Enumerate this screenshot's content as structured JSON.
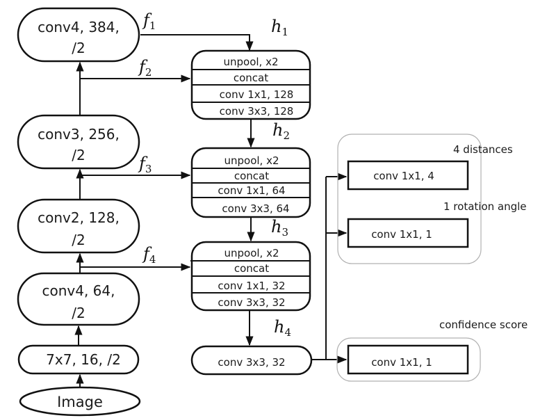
{
  "encoder": {
    "nodes": [
      {
        "line1": "conv4, 384,",
        "line2": "/2"
      },
      {
        "line1": "conv3, 256,",
        "line2": "/2"
      },
      {
        "line1": "conv2, 128,",
        "line2": "/2"
      },
      {
        "line1": "conv4, 64,",
        "line2": "/2"
      },
      {
        "line1": "7x7, 16, /2"
      },
      {
        "line1": "Image"
      }
    ]
  },
  "features": [
    {
      "base": "f",
      "sub": "1"
    },
    {
      "base": "f",
      "sub": "2"
    },
    {
      "base": "f",
      "sub": "3"
    },
    {
      "base": "f",
      "sub": "4"
    }
  ],
  "hidden": [
    {
      "base": "h",
      "sub": "1"
    },
    {
      "base": "h",
      "sub": "2"
    },
    {
      "base": "h",
      "sub": "3"
    },
    {
      "base": "h",
      "sub": "4"
    }
  ],
  "merge_blocks": [
    {
      "rows": [
        "unpool, x2",
        "concat",
        "conv 1x1,  128",
        "conv 3x3,  128"
      ]
    },
    {
      "rows": [
        "unpool, x2",
        "concat",
        "conv 1x1,  64",
        "conv 3x3,  64"
      ]
    },
    {
      "rows": [
        "unpool, x2",
        "concat",
        "conv 1x1,  32",
        "conv 3x3,  32"
      ]
    }
  ],
  "final_conv": "conv 3x3,  32",
  "outputs": {
    "geometry_group": {
      "distances_label": "4 distances",
      "distances_conv": "conv 1x1,  4",
      "angle_label": "1 rotation angle",
      "angle_conv": "conv 1x1, 1"
    },
    "score_group": {
      "score_label": "confidence score",
      "score_conv": "conv 1x1, 1"
    }
  }
}
